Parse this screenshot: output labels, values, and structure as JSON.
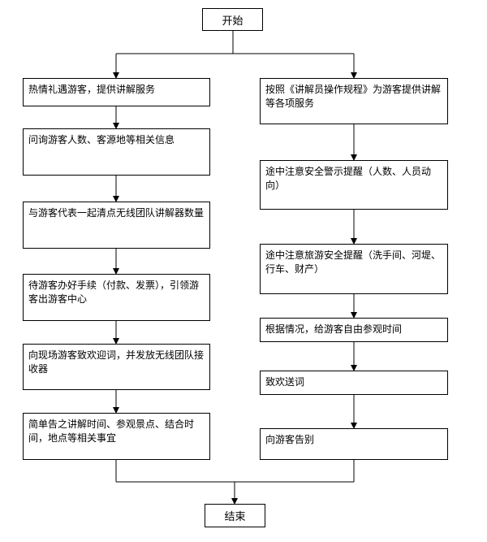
{
  "start": "开始",
  "end": "结束",
  "left_steps": [
    "热情礼遇游客，提供讲解服务",
    "问询游客人数、客源地等相关信息",
    "与游客代表一起清点无线团队讲解器数量",
    "待游客办好手续（付款、发票），引领游客出游客中心",
    "向现场游客致欢迎词，并发放无线团队接收器",
    "简单告之讲解时间、参观景点、结合时间，地点等相关事宜"
  ],
  "right_steps": [
    "按照《讲解员操作规程》为游客提供讲解等各项服务",
    "途中注意安全警示提醒（人数、人员动向）",
    "途中注意旅游安全提醒（洗手间、河堤、行车、财产）",
    "根据情况，给游客自由参观时间",
    "致欢送词",
    "向游客告别"
  ]
}
